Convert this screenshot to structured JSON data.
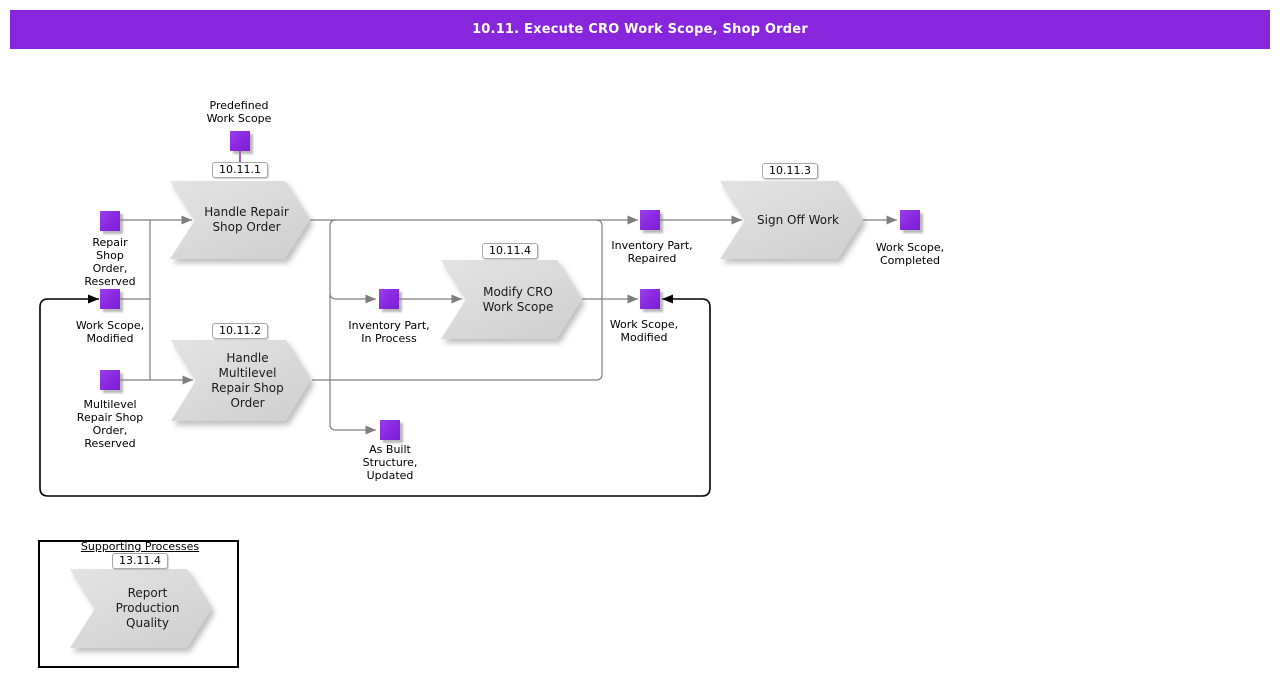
{
  "title": "10.11. Execute CRO Work Scope, Shop Order",
  "colors": {
    "titlebar": "#8826DD",
    "artifact_purple": "#8A2BE2",
    "process_fill": "#DBDBDB",
    "connector_gray": "#7F7F7F",
    "loop_black": "#000000",
    "predefined_link_purple": "#7B1FA2"
  },
  "processes": {
    "handle_repair": {
      "id": "10.11.1",
      "label": "Handle Repair\nShop Order"
    },
    "handle_multilevel": {
      "id": "10.11.2",
      "label": "Handle\nMultilevel\nRepair Shop\nOrder"
    },
    "modify_cro": {
      "id": "10.11.4",
      "label": "Modify CRO\nWork Scope"
    },
    "sign_off": {
      "id": "10.11.3",
      "label": "Sign Off Work"
    },
    "report_quality": {
      "id": "13.11.4",
      "label": "Report\nProduction\nQuality"
    }
  },
  "artifacts": {
    "predefined_work_scope": {
      "label": "Predefined\nWork Scope"
    },
    "repair_shop_order_reserved": {
      "label": "Repair\nShop\nOrder,\nReserved"
    },
    "work_scope_modified_left": {
      "label": "Work Scope,\nModified"
    },
    "multilevel_repair_shop_order_reserved": {
      "label": "Multilevel\nRepair Shop\nOrder,\nReserved"
    },
    "inventory_part_in_process": {
      "label": "Inventory Part,\nIn Process"
    },
    "as_built_structure_updated": {
      "label": "As Built\nStructure,\nUpdated"
    },
    "inventory_part_repaired": {
      "label": "Inventory Part,\nRepaired"
    },
    "work_scope_modified_right": {
      "label": "Work Scope,\nModified"
    },
    "work_scope_completed": {
      "label": "Work Scope,\nCompleted"
    }
  },
  "supporting": {
    "title": "Supporting Processes"
  }
}
